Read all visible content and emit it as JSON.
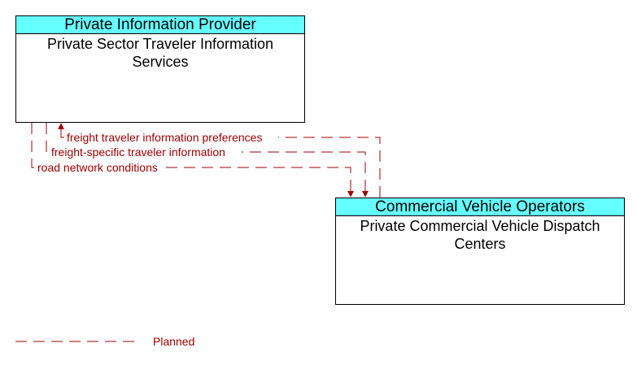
{
  "colors": {
    "header_fill": "#66ffff",
    "flow_planned": "#a00000"
  },
  "nodes": [
    {
      "header": "Private Information Provider",
      "body_lines": [
        "Private Sector Traveler Information",
        "Services"
      ]
    },
    {
      "header": "Commercial Vehicle Operators",
      "body_lines": [
        "Private Commercial Vehicle Dispatch",
        "Centers"
      ]
    }
  ],
  "flows": [
    {
      "label": "freight traveler information preferences",
      "direction": "to-top",
      "status": "planned"
    },
    {
      "label": "freight-specific traveler information",
      "direction": "to-bottom",
      "status": "planned"
    },
    {
      "label": "road network conditions",
      "direction": "to-bottom",
      "status": "planned"
    }
  ],
  "legend": {
    "label": "Planned"
  }
}
